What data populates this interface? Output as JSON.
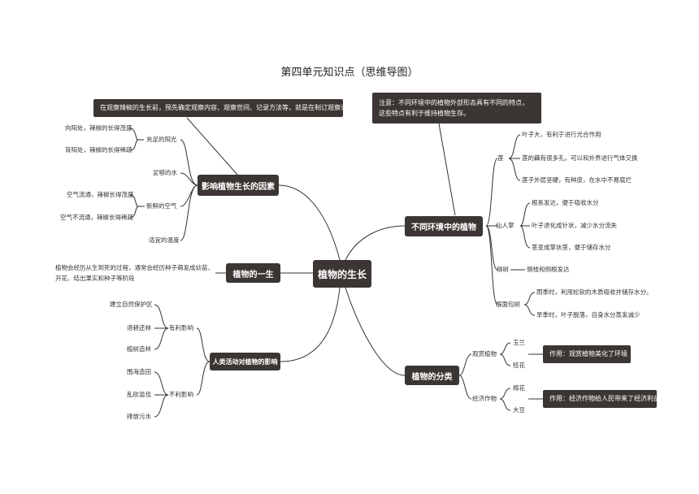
{
  "title": "第四单元知识点（思维导图）",
  "center": "植物的生长",
  "notes": {
    "observe": "在观察辣椒的生长前，预先确定观察内容、观察世间、记录方法等，就是在制订观察计划",
    "environment_1": "注意：不同环境中的植物外部形态具有不同的特点，",
    "environment_2": "这些特点有利于维持植物生存。",
    "life": "植物会经历从生到死的过程，通常会经历种子萌发成幼苗、开花、结出果实和种子等阶段",
    "effect_ornamental": "作用：观赏植物美化了环境",
    "effect_economic": "作用：经济作物给人民带来了经济利益"
  },
  "factors": {
    "label": "影响植物生长的因素",
    "sun": "充足的阳光",
    "sun_a": "向阳处，辣椒的长得茂盛",
    "sun_b": "背阳处，辣椒的长得稀疏",
    "water": "足够的水",
    "air": "新鲜的空气",
    "air_a": "空气流通，辣椒长得茂盛",
    "air_b": "空气不流通，辣椒长得稀疏",
    "temp": "适宜的温度"
  },
  "life": {
    "label": "植物的一生"
  },
  "human": {
    "label": "人类活动对植物的影响",
    "good": "有利影响",
    "good_items": [
      "建立自然保护区",
      "退耕还林",
      "植树造林"
    ],
    "bad": "不利影响",
    "bad_items": [
      "围海造田",
      "乱砍滥伐",
      "排放污水"
    ]
  },
  "env": {
    "label": "不同环境中的植物",
    "lotus": "莲",
    "lotus_items": [
      "叶子大，有利于进行光合作用",
      "莲的藕有很多孔，可以和外界进行气体交换",
      "莲子外层坚硬，有种皮，在水中不易腐烂"
    ],
    "cactus": "仙人掌",
    "cactus_items": [
      "根系发达，便于吸收水分",
      "叶子退化成针状，减少水分流失",
      "茎变成掌状茎，便于储存水分"
    ],
    "willow": "柳树",
    "willow_item": "侧枝和侧根发达",
    "baobab": "猴面包树",
    "baobab_items": [
      "雨季时，利用松软的木质吸收并储存水分。",
      "旱季时，叶子脱落，自身水分蒸发减少"
    ]
  },
  "cls": {
    "label": "植物的分类",
    "ornamental": "观赏植物",
    "ornamental_items": [
      "玉兰",
      "桂花"
    ],
    "economic": "经济作物",
    "economic_items": [
      "棉花",
      "大豆"
    ]
  },
  "colors": {
    "node": "#3b3633",
    "line": "#333333"
  }
}
